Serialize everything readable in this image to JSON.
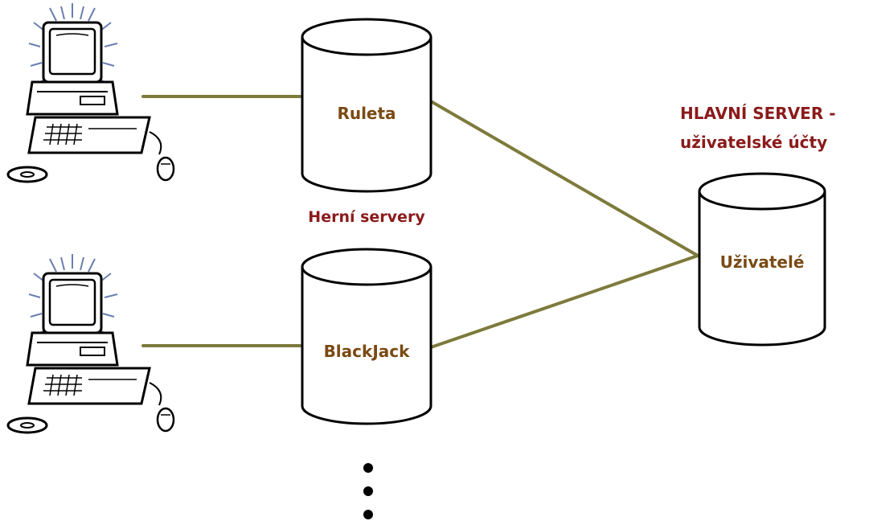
{
  "colors": {
    "connector": "#7d7a3c",
    "server_label": "#7a4a14",
    "heading_label": "#8b1a1a",
    "outline": "#000000",
    "glow": "#6a7fb0"
  },
  "servers": {
    "ruleta": "Ruleta",
    "blackjack": "BlackJack",
    "users": "Uživatelé"
  },
  "labels": {
    "game_servers": "Herní servery",
    "main_server_line1": "HLAVNÍ SERVER -",
    "main_server_line2": "uživatelské účty"
  },
  "icons": {
    "client_top": "computer-icon",
    "client_bottom": "computer-icon",
    "more": "ellipsis-icon"
  }
}
